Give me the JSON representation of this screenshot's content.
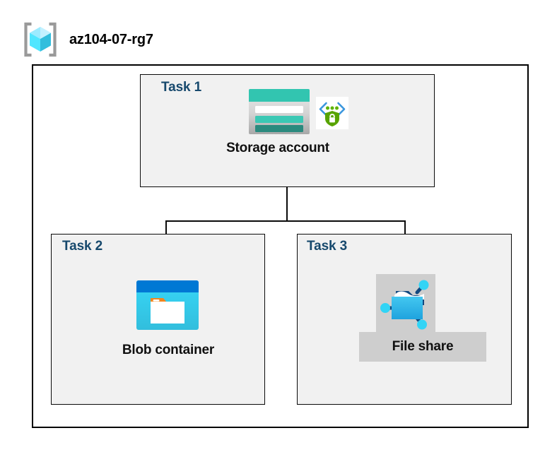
{
  "header": {
    "resource_group_name": "az104-07-rg7",
    "icon": "azure-resource-group-icon"
  },
  "diagram": {
    "type": "azure-architecture-diagram",
    "container_label": "az104-07-rg7",
    "colors": {
      "task_label": "#17496D",
      "box_fill": "#F1F1F1",
      "box_border": "#0A0A0A",
      "frame_border": "#000000",
      "highlight": "#CECECE",
      "storage_teal": "#32C5B0",
      "storage_teal_dark": "#2A8A7E",
      "blob_blue": "#0078D4",
      "blob_cyan": "#32D4F5",
      "blob_orange": "#F2851E",
      "shield_green": "#57A300",
      "chevron_blue": "#3A96DD",
      "cube_cyan": "#32D4F5"
    },
    "tasks": [
      {
        "id": "task-1",
        "label": "Task 1",
        "resource_label": "Storage account",
        "icons": [
          "storage-account-icon",
          "secure-endpoint-icon"
        ],
        "highlighted": false
      },
      {
        "id": "task-2",
        "label": "Task 2",
        "resource_label": "Blob container",
        "icons": [
          "blob-container-icon"
        ],
        "highlighted": false
      },
      {
        "id": "task-3",
        "label": "Task 3",
        "resource_label": "File share",
        "icons": [
          "file-share-icon"
        ],
        "highlighted": true
      }
    ],
    "connections": [
      {
        "from": "task-1",
        "to": "task-2"
      },
      {
        "from": "task-1",
        "to": "task-3"
      }
    ]
  }
}
